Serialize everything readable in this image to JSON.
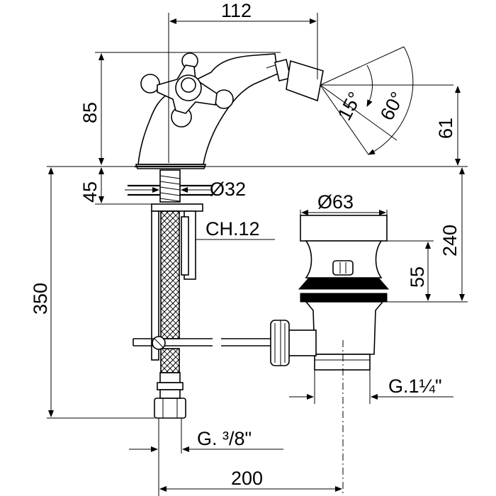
{
  "dimensions": {
    "width_top": "112",
    "height_body": "85",
    "height_base": "45",
    "height_spout": "61",
    "diameter_base": "Ø32",
    "wrench_size": "CH.12",
    "diameter_waste": "Ø63",
    "height_waste_total": "240",
    "height_waste_head": "55",
    "height_total": "350",
    "thread_waste": "G.1¼\"",
    "thread_supply": "G. ³/8\"",
    "width_total": "200"
  },
  "angles": {
    "tilt": "15°",
    "swivel": "60°"
  }
}
